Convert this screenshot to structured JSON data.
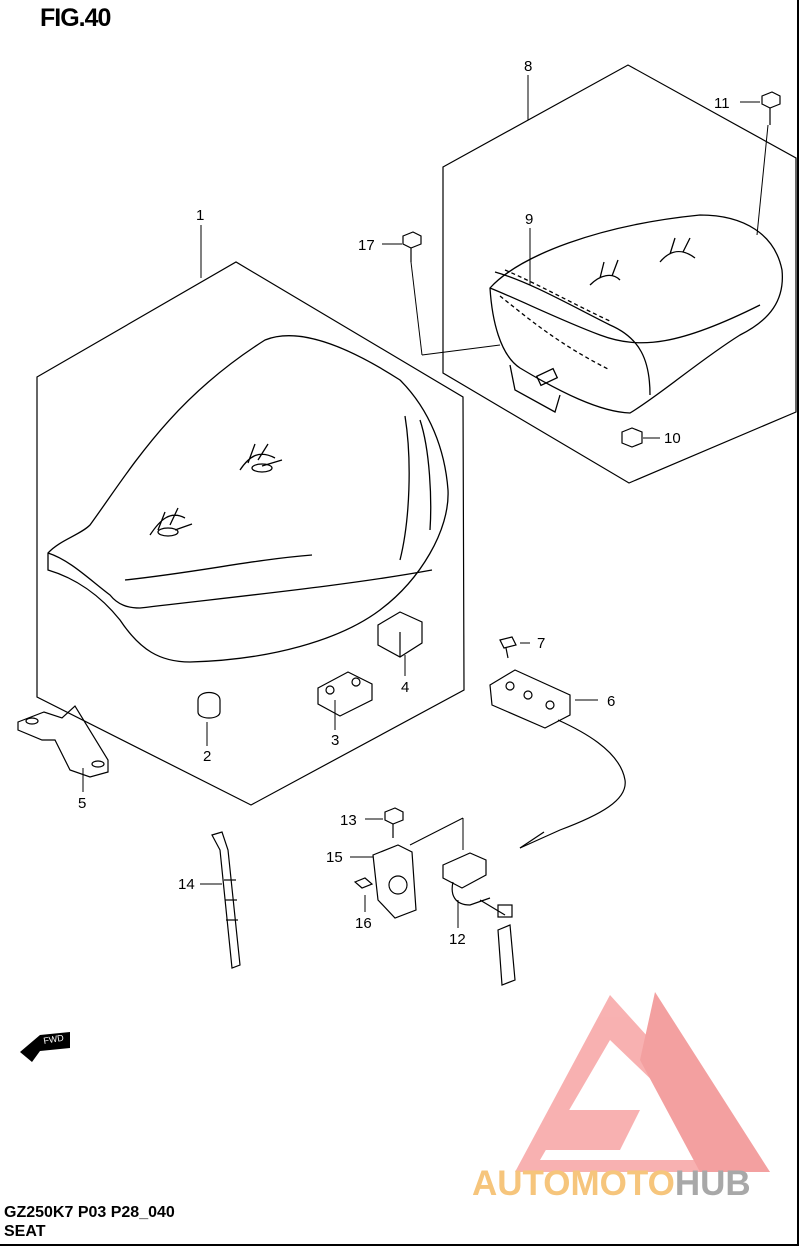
{
  "figure_label": "FIG.40",
  "model_code": "GZ250K7 P03 P28_040",
  "section_title": "SEAT",
  "fwd_label": "FWD",
  "callouts": [
    "1",
    "2",
    "3",
    "4",
    "5",
    "6",
    "7",
    "8",
    "9",
    "10",
    "11",
    "12",
    "13",
    "14",
    "15",
    "16",
    "17"
  ],
  "watermark": {
    "part_a": "AUTOMOTO",
    "part_b": "HUB",
    "color_triangle": "#f08a8a",
    "color_a": "#f6c57c",
    "color_b": "#a8a8a8"
  }
}
